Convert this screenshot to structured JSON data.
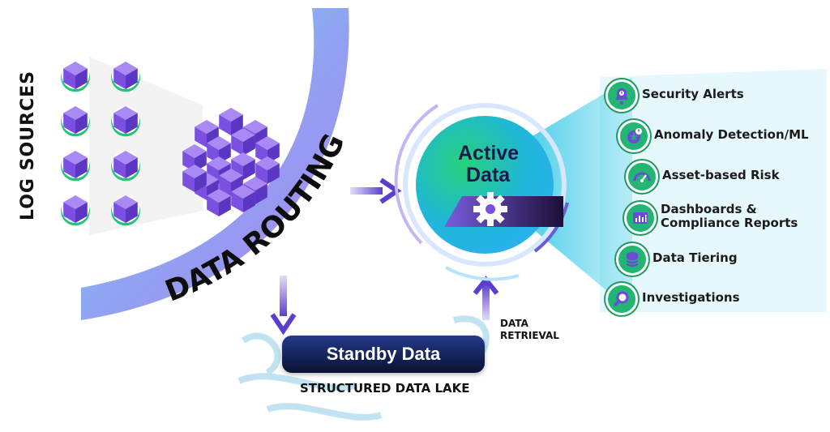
{
  "log_sources": "LOG SOURCES",
  "data_routing": "DATA ROUTING",
  "active": {
    "line1": "Active",
    "line2": "Data"
  },
  "standby": {
    "label": "Standby Data",
    "caption": "STRUCTURED DATA LAKE"
  },
  "retrieval": {
    "line1": "DATA",
    "line2": "RETRIEVAL"
  },
  "outputs": [
    {
      "label": "Security Alerts",
      "icon": "bell-alert-icon"
    },
    {
      "label": "Anomaly Detection/ML",
      "icon": "brain-alert-icon"
    },
    {
      "label": "Asset-based Risk",
      "icon": "gauge-icon"
    },
    {
      "label": "Dashboards &",
      "label2": "Compliance Reports",
      "icon": "dashboard-icon"
    },
    {
      "label": "Data Tiering",
      "icon": "database-icon"
    },
    {
      "label": "Investigations",
      "icon": "magnifier-icon"
    }
  ],
  "colors": {
    "purple": "#7b4fe0",
    "green": "#22b573",
    "teal": "#2ec7e6",
    "navy": "#1c1a4a"
  }
}
